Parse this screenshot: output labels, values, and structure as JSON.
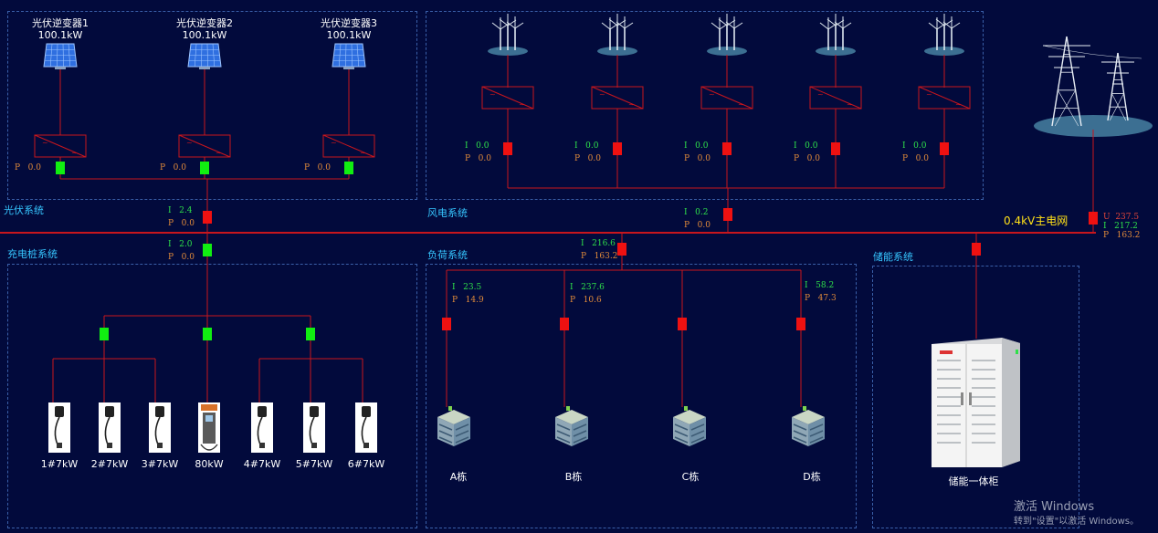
{
  "colors": {
    "background": "#020a3c",
    "line": "#c8161d",
    "breaker_open": "#ee1111",
    "breaker_closed": "#11ee11",
    "current": "#2fe04a",
    "power": "#e08a3a",
    "section": "#36c6ff",
    "grid_label": "#ffe018"
  },
  "main_bus": {
    "label": "0.4kV主电网",
    "U": "237.5",
    "I": "217.2",
    "P": "163.2"
  },
  "pv": {
    "title": "光伏系统",
    "inverters": [
      {
        "name": "光伏逆变器1",
        "capacity": "100.1kW",
        "P": "0.0"
      },
      {
        "name": "光伏逆变器2",
        "capacity": "100.1kW",
        "P": "0.0"
      },
      {
        "name": "光伏逆变器3",
        "capacity": "100.1kW",
        "P": "0.0"
      }
    ],
    "feeder": {
      "I": "2.4",
      "P": "0.0"
    }
  },
  "wind": {
    "title": "风电系统",
    "turbines": [
      {
        "I": "0.0",
        "P": "0.0"
      },
      {
        "I": "0.0",
        "P": "0.0"
      },
      {
        "I": "0.0",
        "P": "0.0"
      },
      {
        "I": "0.0",
        "P": "0.0"
      },
      {
        "I": "0.0",
        "P": "0.0"
      }
    ],
    "feeder": {
      "I": "0.2",
      "P": "0.0"
    }
  },
  "charging": {
    "title": "充电桩系统",
    "feeder": {
      "I": "2.0",
      "P": "0.0"
    },
    "piles": [
      {
        "label": "1#7kW",
        "type": "ac"
      },
      {
        "label": "2#7kW",
        "type": "ac"
      },
      {
        "label": "3#7kW",
        "type": "ac"
      },
      {
        "label": "80kW",
        "type": "dc"
      },
      {
        "label": "4#7kW",
        "type": "ac"
      },
      {
        "label": "5#7kW",
        "type": "ac"
      },
      {
        "label": "6#7kW",
        "type": "ac"
      }
    ]
  },
  "load": {
    "title": "负荷系统",
    "feeder": {
      "I": "216.6",
      "P": "163.2"
    },
    "buildings": [
      {
        "label": "A栋",
        "I": "23.5",
        "P": "14.9",
        "show": true
      },
      {
        "label": "B栋",
        "I": "237.6",
        "P": "10.6",
        "show": true
      },
      {
        "label": "C栋",
        "I": "",
        "P": "",
        "show": false
      },
      {
        "label": "D栋",
        "I": "58.2",
        "P": "47.3",
        "show": true
      }
    ]
  },
  "storage": {
    "title": "储能系统",
    "cabinet_label": "储能一体柜"
  },
  "windows_watermark": {
    "line1": "激活 Windows",
    "line2": "转到\"设置\"以激活 Windows。"
  }
}
